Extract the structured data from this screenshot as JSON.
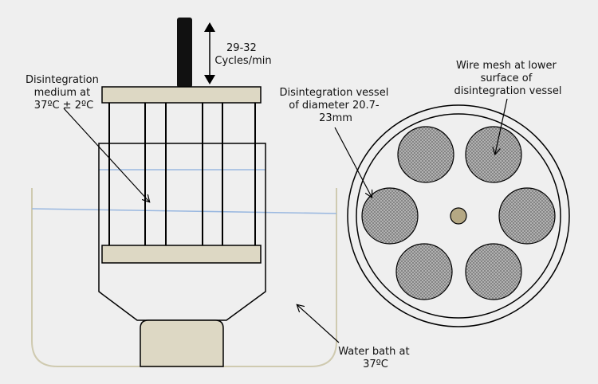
{
  "labels": {
    "cycles_line1": "29-32",
    "cycles_line2": "Cycles/min",
    "medium_line1": "Disintegration",
    "medium_line2": "medium at",
    "medium_line3": "37ºC ± 2ºC",
    "vessel_line1": "Disintegration vessel",
    "vessel_line2": "of diameter 20.7-",
    "vessel_line3": "23mm",
    "mesh_line1": "Wire mesh at lower",
    "mesh_line2": "surface of",
    "mesh_line3": "disintegration vessel",
    "bath_line1": "Water bath at",
    "bath_line2": "37ºC"
  },
  "colors": {
    "background": "#efefef",
    "outline": "#000000",
    "plate_fill": "#ddd8c4",
    "water_line": "#9ab8e0",
    "bath_outline": "#cfcab0",
    "rod": "#111111",
    "center_pin": "#b5a884",
    "mesh_fill": "#a8a8a8"
  }
}
